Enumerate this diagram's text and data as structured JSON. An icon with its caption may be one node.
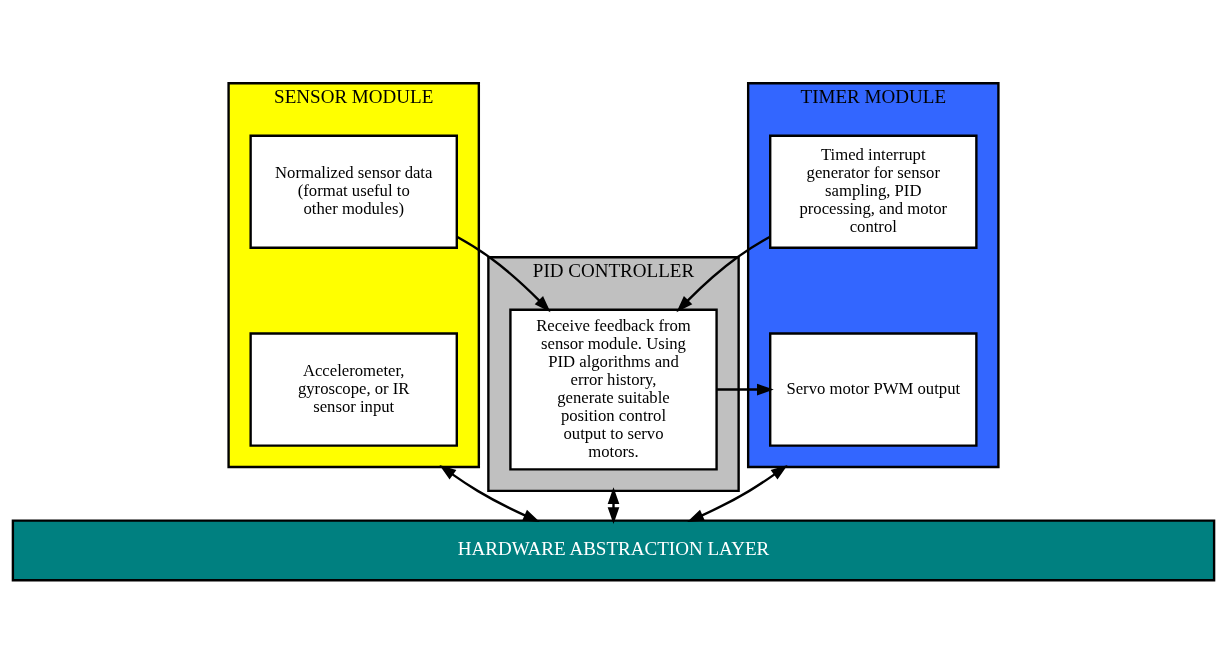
{
  "diagram": {
    "nodes": [
      {
        "text": [
          "SENSOR MODULE"
        ]
      },
      {
        "text": [
          "Normalized sensor data (format useful to other modules)"
        ],
        "in": 0
      },
      {
        "text": [
          "Accelerometer, gyroscope, or IR sensor input"
        ],
        "in": 0
      },
      {
        "text": [
          "PID CONTROLLER"
        ]
      },
      {
        "text": [
          "Receive feedback from sensor module. Using PID algorithms and error history, generate suitable position control output to servo motors."
        ],
        "in": 3
      },
      {
        "text": [
          "TIMER MODULE"
        ]
      },
      {
        "text": [
          "Timed interrupt generator for sensor sampling, PID processing, and motor control"
        ],
        "in": 5
      },
      {
        "text": [
          "Servo motor PWM output"
        ],
        "in": 5
      },
      {
        "text": [
          "HARDWARE ABSTRACTION LAYER"
        ]
      }
    ],
    "edges": [
      {
        "from": 1,
        "to": 4,
        "arrow": "to"
      },
      {
        "from": 6,
        "to": 4,
        "arrow": "to"
      },
      {
        "from": 4,
        "to": 7,
        "arrow": "to"
      },
      {
        "from": 0,
        "to": 8,
        "arrow": "both"
      },
      {
        "from": 3,
        "to": 8,
        "arrow": "both"
      },
      {
        "from": 5,
        "to": 8,
        "arrow": "both"
      }
    ]
  }
}
